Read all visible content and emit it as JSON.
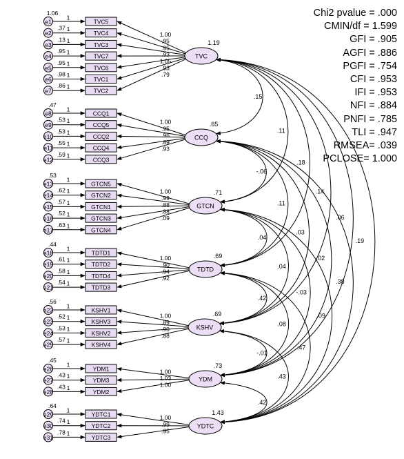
{
  "fit": [
    "Chi2 pvalue = .000",
    "CMIN/df = 1.599",
    "GFI = .905",
    "AGFI = .886",
    "PGFI = .754",
    "CFI = .953",
    "IFI = .953",
    "NFI = .884",
    "PNFI = .785",
    "TLI = .947",
    "RMSEA= .039",
    "PCLOSE= 1.000"
  ],
  "factors": [
    {
      "name": "TVC",
      "variance": "1.19",
      "items": [
        {
          "e": "e1",
          "ind": "TVC5",
          "evar": "1.06",
          "path": "1",
          "load": "1.00"
        },
        {
          "e": "e2",
          "ind": "TVC4",
          "evar": ".37",
          "path": "1",
          "load": ".95"
        },
        {
          "e": "e3",
          "ind": "TVC3",
          "evar": ".13",
          "path": "1",
          "load": ".95"
        },
        {
          "e": "e4",
          "ind": "TVC7",
          "evar": ".95",
          "path": "1",
          "load": ".93"
        },
        {
          "e": "e5",
          "ind": "TVC6",
          "evar": ".95",
          "path": "1",
          "load": "1.05"
        },
        {
          "e": "e6",
          "ind": "TVC1",
          "evar": ".98",
          "path": "1",
          "load": ".93"
        },
        {
          "e": "e7",
          "ind": "TVC2",
          "evar": ".86",
          "path": "1",
          "load": ".79"
        }
      ]
    },
    {
      "name": "CCQ",
      "variance": ".65",
      "items": [
        {
          "e": "e8",
          "ind": "CCQ1",
          "evar": ".47",
          "path": "1",
          "load": "1.00"
        },
        {
          "e": "e9",
          "ind": "CCQ5",
          "evar": ".53",
          "path": "1",
          "load": ".95"
        },
        {
          "e": "e10",
          "ind": "CCQ2",
          "evar": ".53",
          "path": "1",
          "load": ".96"
        },
        {
          "e": "e11",
          "ind": "CCQ4",
          "evar": ".55",
          "path": "1",
          "load": ".89"
        },
        {
          "e": "e12",
          "ind": "CCQ3",
          "evar": ".59",
          "path": "1",
          "load": ".93"
        }
      ]
    },
    {
      "name": "GTCN",
      "variance": ".71",
      "items": [
        {
          "e": "e13",
          "ind": "GTCN5",
          "evar": ".53",
          "path": "1",
          "load": "1.00"
        },
        {
          "e": "e14",
          "ind": "GTCN2",
          "evar": ".62",
          "path": "1",
          "load": ".99"
        },
        {
          "e": "e15",
          "ind": "GTCN1",
          "evar": ".57",
          "path": "1",
          "load": ".88"
        },
        {
          "e": "e16",
          "ind": "GTCN3",
          "evar": ".52",
          "path": "1",
          "load": ".88"
        },
        {
          "e": "e17",
          "ind": "GTCN4",
          "evar": ".63",
          "path": "1",
          "load": ".09"
        }
      ]
    },
    {
      "name": "TDTD",
      "variance": ".69",
      "items": [
        {
          "e": "e18",
          "ind": "TDTD1",
          "evar": ".44",
          "path": "1",
          "load": "1.00"
        },
        {
          "e": "e19",
          "ind": "TDTD2",
          "evar": ".61",
          "path": "1",
          "load": ".90"
        },
        {
          "e": "e20",
          "ind": "TDTD4",
          "evar": ".58",
          "path": "1",
          "load": ".94"
        },
        {
          "e": "e21",
          "ind": "TDTD3",
          "evar": ".54",
          "path": "1",
          "load": ".92"
        }
      ]
    },
    {
      "name": "KSHV",
      "variance": ".69",
      "items": [
        {
          "e": "e22",
          "ind": "KSHV1",
          "evar": ".56",
          "path": "1",
          "load": "1.00"
        },
        {
          "e": "e23",
          "ind": "KSHV3",
          "evar": ".52",
          "path": "1",
          "load": ".89"
        },
        {
          "e": "e24",
          "ind": "KSHV2",
          "evar": ".53",
          "path": "1",
          "load": ".90"
        },
        {
          "e": "e25",
          "ind": "KSHV4",
          "evar": ".57",
          "path": "1",
          "load": ".88"
        }
      ]
    },
    {
      "name": "YDM",
      "variance": ".73",
      "items": [
        {
          "e": "e26",
          "ind": "YDM1",
          "evar": ".45",
          "path": "1",
          "load": "1.00"
        },
        {
          "e": "e27",
          "ind": "YDM3",
          "evar": ".43",
          "path": "1",
          "load": "1.03"
        },
        {
          "e": "e28",
          "ind": "YDM2",
          "evar": ".43",
          "path": "1",
          "load": "1.00"
        }
      ]
    },
    {
      "name": "YDTC",
      "variance": "1.43",
      "items": [
        {
          "e": "e29",
          "ind": "YDTC1",
          "evar": ".64",
          "path": "1",
          "load": "1.00"
        },
        {
          "e": "e30",
          "ind": "YDTC2",
          "evar": ".74",
          "path": "1",
          "load": ".99"
        },
        {
          "e": "e31",
          "ind": "YDTC3",
          "evar": ".78",
          "path": "1",
          "load": ".95"
        }
      ]
    }
  ],
  "covariances": [
    {
      "a": "TVC",
      "b": "CCQ",
      "value": ".15"
    },
    {
      "a": "TVC",
      "b": "GTCN",
      "value": ".11"
    },
    {
      "a": "TVC",
      "b": "TDTD",
      "value": ".18"
    },
    {
      "a": "TVC",
      "b": "KSHV",
      "value": ".14"
    },
    {
      "a": "TVC",
      "b": "YDM",
      "value": ".06"
    },
    {
      "a": "TVC",
      "b": "YDTC",
      "value": ".19"
    },
    {
      "a": "CCQ",
      "b": "GTCN",
      "value": "-.06"
    },
    {
      "a": "CCQ",
      "b": "TDTD",
      "value": ".11"
    },
    {
      "a": "CCQ",
      "b": "KSHV",
      "value": ".03"
    },
    {
      "a": "CCQ",
      "b": "YDM",
      "value": ".02"
    },
    {
      "a": "CCQ",
      "b": "YDTC",
      "value": ".38"
    },
    {
      "a": "GTCN",
      "b": "TDTD",
      "value": ".04"
    },
    {
      "a": "GTCN",
      "b": "KSHV",
      "value": ".04"
    },
    {
      "a": "GTCN",
      "b": "YDM",
      "value": "-.03"
    },
    {
      "a": "GTCN",
      "b": "YDTC",
      "value": ".09"
    },
    {
      "a": "TDTD",
      "b": "KSHV",
      "value": ".42"
    },
    {
      "a": "TDTD",
      "b": "YDM",
      "value": ".08"
    },
    {
      "a": "TDTD",
      "b": "YDTC",
      "value": ".47"
    },
    {
      "a": "KSHV",
      "b": "YDM",
      "value": "-.01"
    },
    {
      "a": "KSHV",
      "b": "YDTC",
      "value": ".43"
    },
    {
      "a": "YDM",
      "b": "YDTC",
      "value": ".42"
    }
  ],
  "colors": {
    "box_fill": "#e8dcf2",
    "ellipse_fill": "#ecdff5",
    "stroke": "#000000"
  }
}
